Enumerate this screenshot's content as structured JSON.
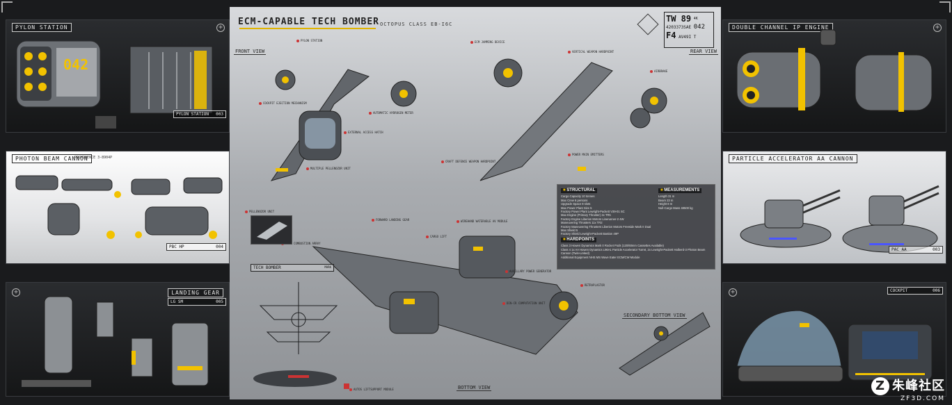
{
  "center": {
    "title": "ECM-CAPABLE TECH BOMBER",
    "subtitle": "OCTOPUS CLASS EB-I6C",
    "id_box": {
      "line1": "TW 89",
      "super": "4K",
      "line2": "4203373SAE",
      "num": "042",
      "line3": "F4",
      "line3b": "AV49I T"
    },
    "views": {
      "front": "FRONT VIEW",
      "rear": "REAR VIEW",
      "bottom": "BOTTOM VIEW",
      "secondary_bottom": "SECONDARY BOTTOM VIEW"
    },
    "callouts": [
      "PYLON STATION",
      "ECM JAMMING DEVICE",
      "VERTICAL WEAPON HARDPOINT",
      "AIRBRAKE",
      "COCKPIT EJECTION MECHANISM",
      "AUTOMATIC HYDROGEN METER",
      "EXTERNAL ACCESS HATCH",
      "MULTIPLE PELLENOZOR UNIT",
      "CRAFT DEFENCE WEAPON HARDPOINT",
      "POWER MAIN EMITTERS",
      "PELLENOZOR UNIT",
      "FORWARD LANDING GEAR",
      "WIREHAND WATERABLE AV MODULE",
      "CARGO LIFT",
      "MAIN COMBUSTION ARRAY",
      "AUXILLARY POWER GENERATOR",
      "RETRAPLASTOR",
      "DIN-CR COMPUTATION UNIT",
      "AUTOS LIFTSUPPORT MODULE"
    ],
    "tb_label": "TECH BOMBER",
    "tb_tag": "MARK"
  },
  "spec": {
    "structural_head": "STRUCTURAL",
    "structural": [
      "Cargo Capacity  10 tonnes",
      "Max Crew  6 persons",
      "Upgrade Space  8 slots",
      "Max Power Plant  Size 5",
      "Factory Power Plant  Lewright-Packett V39-01 SC",
      "Max Engine (Primary Thruster)  2x TR5",
      "Factory Engine  Liberion Motors Linerunner-2 4W",
      "Maneuvering Thrusters  11x TR2",
      "Factory Maneuvering Thrusters  Liberion Motors Freeside Mark II Dual",
      "Max Shield  5",
      "Factory Shield  Lewright-Packett Bastion 49P"
    ],
    "measure_head": "MEASUREMENTS",
    "measurements": [
      "Length 31 m",
      "Beam 23 m",
      "Height 8 m",
      "Null-Cargo Mass 48500 kg"
    ],
    "hard_head": "HARDPOINTS",
    "hardpoints": [
      "Class 3   Howen Dynamics Mark 0 Rocket Pods (120/60mm Cassettes Available)",
      "Class 4   1x AA Howen Dynamics L96A1 Particle Accelerator Turret, 2x Lewright-Packett Halberd-3 Photon Beam Cannon (Twin-Linked)",
      "Additional Equipment  NHS MS Wave Eater ECM/CW Module"
    ]
  },
  "left": [
    {
      "title": "PYLON STATION",
      "plate": "PYLON STATION",
      "num": "003",
      "code": "042"
    },
    {
      "title": "PHOTON BEAM CANNON",
      "sub": "PROMINENCE 3-8904P",
      "plate": "PBC HP",
      "num": "004"
    },
    {
      "title": "LANDING GEAR",
      "plate": "LG SM",
      "num": "005"
    }
  ],
  "right": [
    {
      "title": "DOUBLE CHANNEL IP ENGINE"
    },
    {
      "title": "PARTICLE ACCELERATOR AA CANNON",
      "plate": "PAC AA",
      "num": "003"
    },
    {
      "title": "COCKPIT",
      "plate": "COCKPIT",
      "num": "006"
    }
  ],
  "watermark": {
    "brand": "朱峰社区",
    "url": "ZF3D.COM",
    "logo": "Z"
  }
}
